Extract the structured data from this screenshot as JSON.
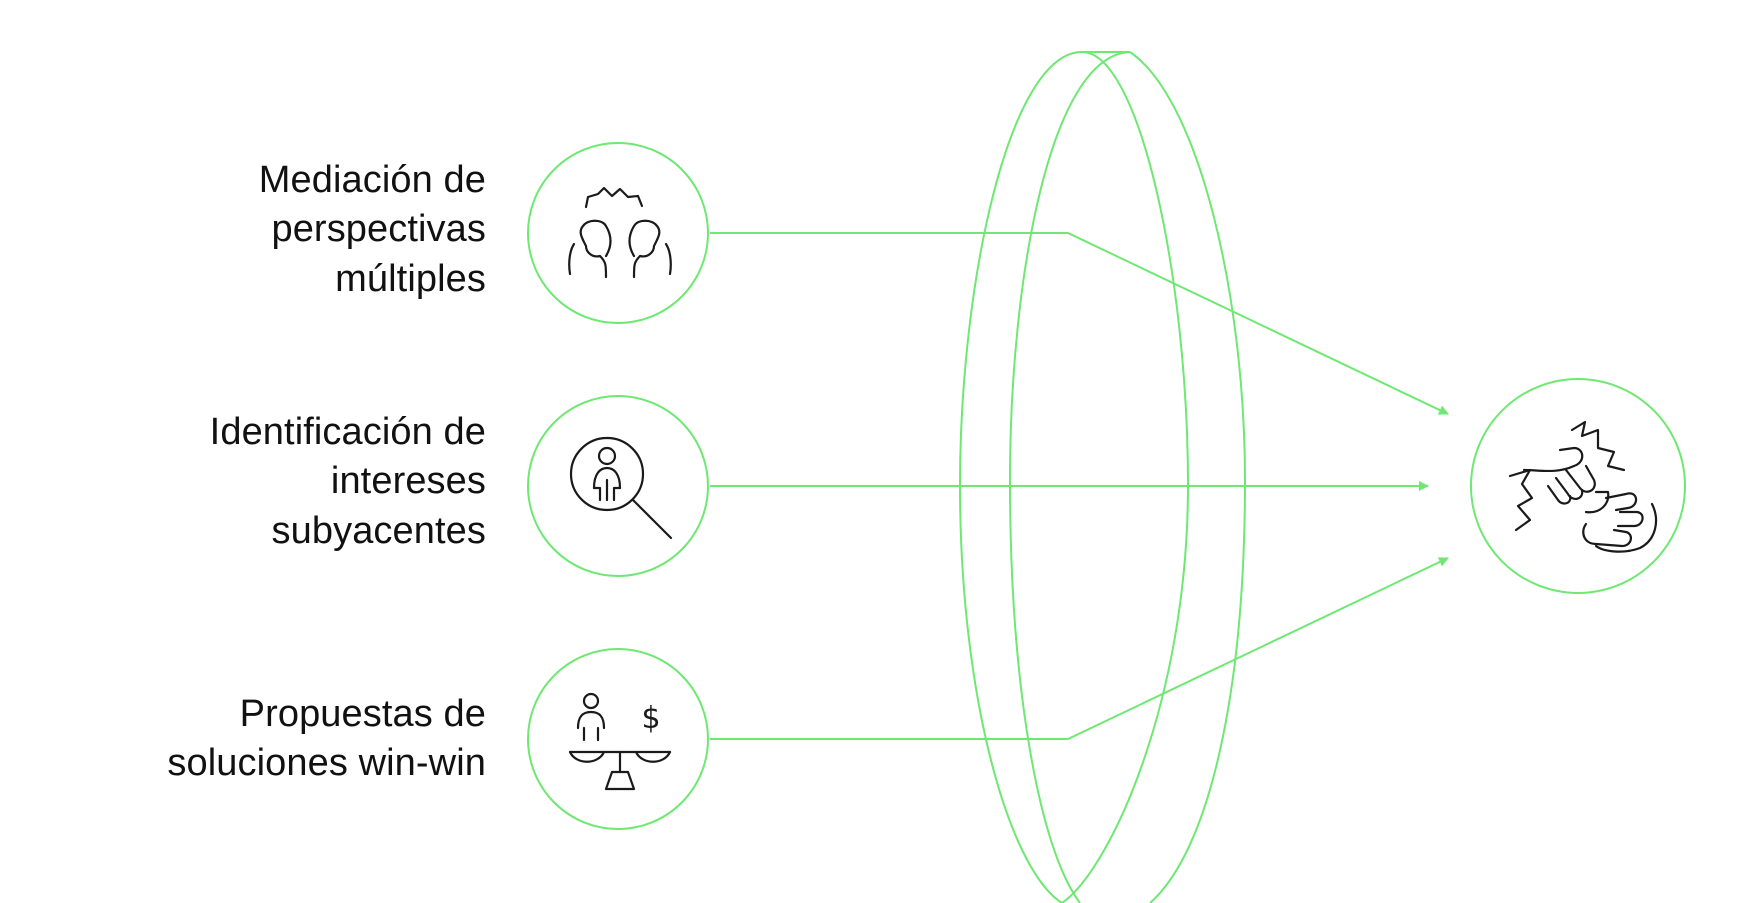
{
  "accent_color": "#6ee873",
  "ink_color": "#1a1a1a",
  "items": [
    {
      "icon": "two-heads-perspectives-icon",
      "label_lines": [
        "Mediación de",
        "perspectivas",
        "múltiples"
      ]
    },
    {
      "icon": "magnifier-person-icon",
      "label_lines": [
        "Identificación de",
        "intereses",
        "subyacentes"
      ]
    },
    {
      "icon": "scale-person-dollar-icon",
      "label_lines": [
        "Propuestas de",
        "soluciones win-win"
      ]
    }
  ],
  "result": {
    "icon": "fist-bump-icon"
  }
}
